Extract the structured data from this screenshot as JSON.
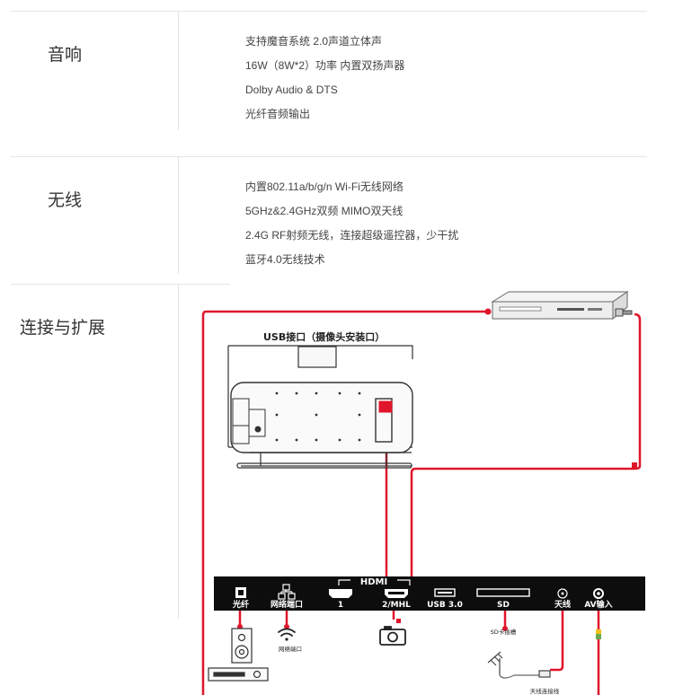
{
  "sections": [
    {
      "label": "音响",
      "items": [
        "支持魔音系统 2.0声道立体声",
        "16W（8W*2）功率 内置双扬声器",
        "Dolby Audio & DTS",
        "光纤音频输出"
      ]
    },
    {
      "label": "无线",
      "items": [
        "内置802.11a/b/g/n Wi-Fi无线网络",
        "5GHz&2.4GHz双频 MIMO双天线",
        "2.4G RF射频无线，连接超级遥控器，少干扰",
        "蓝牙4.0无线技术"
      ]
    },
    {
      "label": "连接与扩展"
    }
  ],
  "diagram": {
    "usb_title": "USB接口（摄像头安装口）",
    "hdmi_logo": "HDMI",
    "ports": [
      "光纤",
      "网络端口",
      "1",
      "2/MHL",
      "USB 3.0",
      "SD",
      "天线",
      "AV输入"
    ],
    "sub_labels": {
      "network": "网络端口",
      "sd": "SD卡插槽",
      "antenna": "天线连接线"
    },
    "accent_color": "#e0152b"
  }
}
